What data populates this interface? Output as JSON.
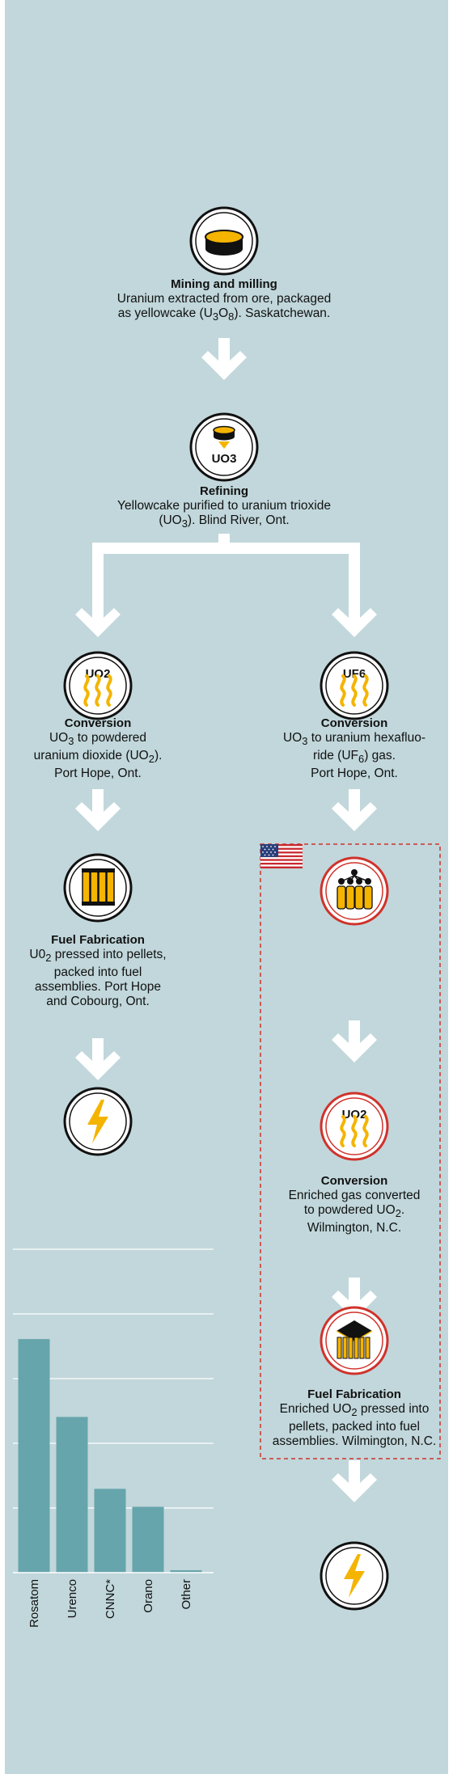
{
  "colors": {
    "background": "#c1d7db",
    "arrow": "#ffffff",
    "icon_fill": "#ffffff",
    "canada_ring": "#111111",
    "us_ring": "#d0322b",
    "accent_yellow": "#f4b400",
    "bar": "#66a5ab",
    "dashed_border": "#d0322b"
  },
  "steps": {
    "mining": {
      "title": "Mining and milling",
      "desc_l1": "Uranium extracted from ore, packaged",
      "desc_l2a": "as yellowcake (U",
      "sub1": "3",
      "desc_l2b": "O",
      "sub2": "8",
      "desc_l2c": "). Saskatchewan.",
      "icon": "yellowcake-drum-icon"
    },
    "refining": {
      "badge": "UO3",
      "title": "Refining",
      "desc_l1": "Yellowcake purified to uranium trioxide",
      "desc_l2a": "(UO",
      "sub1": "3",
      "desc_l2b": "). Blind River, Ont.",
      "icon": "refining-icon"
    },
    "conversion_uo2": {
      "badge": "UO2",
      "title": "Conversion",
      "desc_l1a": "UO",
      "sub1": "3",
      "desc_l1b": " to powdered",
      "desc_l2a": "uranium dioxide (UO",
      "sub2": "2",
      "desc_l2b": ").",
      "desc_l3": "Port Hope, Ont.",
      "icon": "heat-waves-icon"
    },
    "conversion_uf6": {
      "badge": "UF6",
      "title": "Conversion",
      "desc_l1a": "UO",
      "sub1": "3",
      "desc_l1b": " to uranium hexafluo-",
      "desc_l2a": "ride (UF",
      "sub2": "6",
      "desc_l2b": ") gas.",
      "desc_l3": "Port Hope, Ont.",
      "icon": "heat-waves-icon"
    },
    "fuel_fab_ca": {
      "title": "Fuel Fabrication",
      "desc_l1a": "U0",
      "sub1": "2",
      "desc_l1b": " pressed into pellets,",
      "desc_l2": "packed into fuel",
      "desc_l3": "assemblies. Port Hope",
      "desc_l4": "and Cobourg, Ont.",
      "icon": "fuel-rods-icon"
    },
    "power_ca": {
      "icon": "lightning-icon"
    },
    "enrichment_us": {
      "icon": "centrifuges-icon"
    },
    "conversion_us": {
      "badge": "UO2",
      "title": "Conversion",
      "desc_l1": "Enriched gas converted",
      "desc_l2a": "to powdered UO",
      "sub1": "2",
      "desc_l2b": ".",
      "desc_l3": "Wilmington, N.C.",
      "icon": "heat-waves-icon"
    },
    "fuel_fab_us": {
      "title": "Fuel Fabrication",
      "desc_l1a": "Enriched UO",
      "sub1": "2",
      "desc_l1b": " pressed into",
      "desc_l2": "pellets, packed into fuel",
      "desc_l3": "assemblies. Wilmington, N.C.",
      "icon": "fuel-assembly-icon"
    },
    "power_us": {
      "icon": "lightning-icon"
    },
    "us_flag": {
      "icon": "us-flag-icon"
    }
  },
  "chart_data": {
    "type": "bar",
    "categories": [
      "Rosatom",
      "Urenco",
      "CNNC*",
      "Orano",
      "Other"
    ],
    "values": [
      39,
      26,
      14,
      11,
      0.4
    ],
    "ylim": [
      0,
      54
    ],
    "grid": true
  }
}
